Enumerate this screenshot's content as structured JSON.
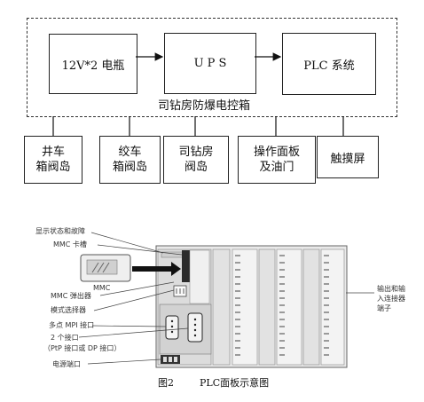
{
  "top_diagram": {
    "container_label": "司钻房防爆电控箱",
    "blocks": {
      "battery": "12V*2 电瓶",
      "ups": "U P S",
      "plc": "PLC 系统"
    },
    "peripherals": [
      {
        "line1": "井车",
        "line2": "箱阀岛"
      },
      {
        "line1": "绞车",
        "line2": "箱阀岛"
      },
      {
        "line1": "司钻房",
        "line2": "阀岛"
      },
      {
        "line1": "操作面板",
        "line2": "及油门"
      },
      {
        "line1": "触摸屏",
        "line2": ""
      }
    ]
  },
  "plc_figure": {
    "left_labels": {
      "status": "显示状态和故障",
      "mmc_slot": "MMC 卡槽",
      "mmc": "MMC",
      "mmc_eject": "MMC 弹出器",
      "mode_selector": "模式选择器",
      "mpi_port": "多点 MPI 接口",
      "port2": "2 个接口",
      "port2_sub": "（PtP 接口或 DP 接口）",
      "power_port": "电源端口"
    },
    "right_label": {
      "line1": "输出和输",
      "line2": "入连接器",
      "line3": "端子"
    },
    "caption": {
      "fig": "图2",
      "title": "PLC面板示意图"
    }
  }
}
